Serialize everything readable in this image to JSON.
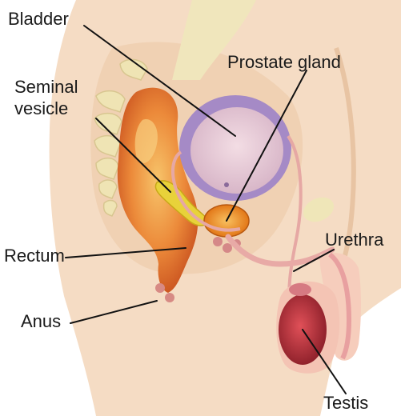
{
  "labels": {
    "bladder": "Bladder",
    "seminal_vesicle_line1": "Seminal",
    "seminal_vesicle_line2": "vesicle",
    "prostate_gland": "Prostate gland",
    "rectum": "Rectum",
    "anus": "Anus",
    "urethra": "Urethra",
    "testis": "Testis"
  },
  "colors": {
    "skin": "#f5dcc4",
    "skin_shadow": "#e8c4a2",
    "bone": "#f0e6bc",
    "bladder_wall": "#a58ac6",
    "bladder_inner": "#ead4dc",
    "rectum": "#e8823a",
    "rectum_light": "#f5b860",
    "seminal_vesicle": "#e8d23a",
    "prostate": "#f08c20",
    "urethra": "#e8a8a8",
    "testis": "#b8303c",
    "leader": "#111111"
  }
}
